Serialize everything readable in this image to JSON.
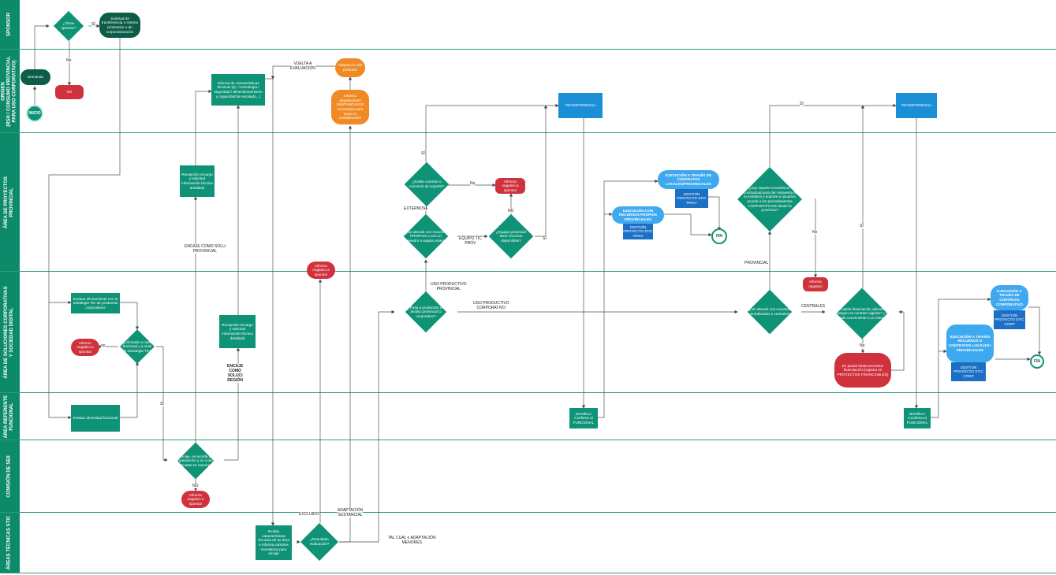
{
  "lanes": [
    {
      "id": "sponsor",
      "label": "SPONSOR"
    },
    {
      "id": "origen",
      "label": "ORIGEN\n(RSH / CONSUMO PROVINCIAL\nPARA USO CORPORATIVO)"
    },
    {
      "id": "provincial",
      "label": "ÁREA DE PROYECTOS\nPROVINCIAL"
    },
    {
      "id": "corporativa",
      "label": "ÁREA DE SOLUCIONES CORPORATIVAS\nY SOCIEDAD DIGITAL"
    },
    {
      "id": "referente",
      "label": "ÁREA REFERENTE\nFUNCIONAL"
    },
    {
      "id": "comision",
      "label": "COMISIÓN DE SEII"
    },
    {
      "id": "tecnicas",
      "label": "ÁREAS TÉCNICAS STIC"
    }
  ],
  "nodes": {
    "tiene_sponsor": "¿Tiene\nsponsor?",
    "solicitud": "Solicitud de transferencia o retorno productivo o de corporativización",
    "demanda": "Demanda",
    "no_box": "NO",
    "inicio": "INICIO",
    "informa_caracteristicas": "Informa de características técnicas (ej.: / tecnología / seguridad / dimensionamiento y capacidad de escalado...)",
    "vuelta_a": "VUELTA A\nEVALUACIÓN",
    "adaptacion": "Adaptación del producto",
    "informa_adaptaciones": "Informa adaptaciones SUSTANCIALES necesarias para toma en consideración",
    "transferencia_1": "TRANSFERENCIA",
    "transferencia_2": "TRANSFERENCIA",
    "recepcion_1": "Recepción encargo y solicitud información técnica detallada",
    "encaje_label_1": "ENCAJE COMO SOLU\nPROVINCIAL",
    "existe_contrato": "¿Existe contrato o convenio de soporte?",
    "informa_neg_sponsor_1": "Informa negativo a sponsor",
    "externos": "EXTERNOS",
    "se_atiende_propios": "¿Se atiende con recursos PROPIOS o con un proveedor o equipo externo?",
    "equipo_tic": "EQUIPO TIC\nPROV",
    "equipo_provincial": "¿Equipo provincial tiene recursos disponibles?",
    "ejec_contratos_prov": "EJECUCIÓN A TRAVÉS DE CONTRATOS LOCALES/PROVINCIALES",
    "gestion_prov_1": "GESTIÓN PROYECTO STIC PROV",
    "ejec_recursos_prov": "EJECUCIÓN CON RECURSOS PROPIOS PROVINCIALES",
    "gestion_prov_2": "GESTIÓN PROYECTO STIC PROV",
    "fin_1": "FIN",
    "hay_soporte": "¿Hay soporte económico / contractual para dar respuesta a la evolutivo y soporte a usuarios acorde a los procedimientos CORPORATIVOS desde la provincia?",
    "provincial_lbl": "PROVINCIAL",
    "informa_negativo_1": "Informa negativo",
    "informa_neg_sponsor_2": "Informa negativo a sponsor",
    "uso_prov": "USO PRODUCTIVO\nPROVINCIAL",
    "pasa_productivo": "¿Pasa a productivo en ámbito provincial O corporativo?",
    "uso_corp": "USO PRODUCTIVO\nCORPORATIVO",
    "evaluar_alineamiento": "Evaluar alineamiento con la estrategia TIC de productos corporativos",
    "informe_neg_sponsor_3": "Informe negativo a sponsor",
    "alineado": "¿Alineado a nivel funcional y a nivel de estrategia TIC?",
    "recepcion_2": "Recepción encargo y solicitud información técnica detallada",
    "encaje_label_2": "ENCAJE\nCOMO\nSOLUCI\nREGIÓN",
    "se_atiende_centrales": "¿Se atiende con recursos centralizados o centrales?",
    "centrales": "CENTRALES",
    "es_viable": "¿Es viable financiación adicional o margen en contrato vigente? ¿Y es más conveniente a un externo?",
    "en_pausa": "En pausa hasta encontrar financiación (registro en PROYECTOS FINANCIABLES)",
    "ejec_contrato_corp": "EJECUCIÓN A TRAVÉS DE CONTRATO CORPORATIVO",
    "gestion_corp_1": "GESTIÓN PROYECTO STIC CORP",
    "ejec_contratos_locales": "EJECUCIÓN A TRAVÉS RECURSOS O CONTRATOS LOCALES / PROVINCIALES",
    "gestion_corp_2": "GESTIÓN PROYECTO STIC CORP",
    "fin_2": "FIN",
    "evaluar_idoneidad": "Evaluar idoneidad funcional",
    "identifica_1": "Identifica / Confirma al FUNCIONAL",
    "identifica_2": "Identifica / Confirma al FUNCIONAL",
    "encaje_acorde": "¿Encaje, es acorde a la organización y no coloca encaste en marcha?",
    "informa_neg_sponsor_4": "Informa negativo a sponsor",
    "evalua_caract": "Evalúa características técnicas de su área e informa cambios necesarios para encaje",
    "excluido": "EXCLUIDO",
    "adaptacion_sust": "ADAPTACIÓN\nSUSTANCIAL",
    "resultado_eval": "¿Resultado evaluación?",
    "tal_cual": "TAL CUAL o ADAPTACIÓN\nMENORES"
  },
  "edge_labels": {
    "si": "SÍ",
    "no": "No",
    "no_caps": "NO",
    "no_lower": "no"
  },
  "colors": {
    "lane_head": "#0d8a6a",
    "process": "#0f9377",
    "dark_process": "#0c5c48",
    "negative": "#d0323d",
    "adaptation": "#f08a24",
    "transfer": "#1b8fd6",
    "execution": "#3fa9f0",
    "management": "#1b6fc4"
  }
}
